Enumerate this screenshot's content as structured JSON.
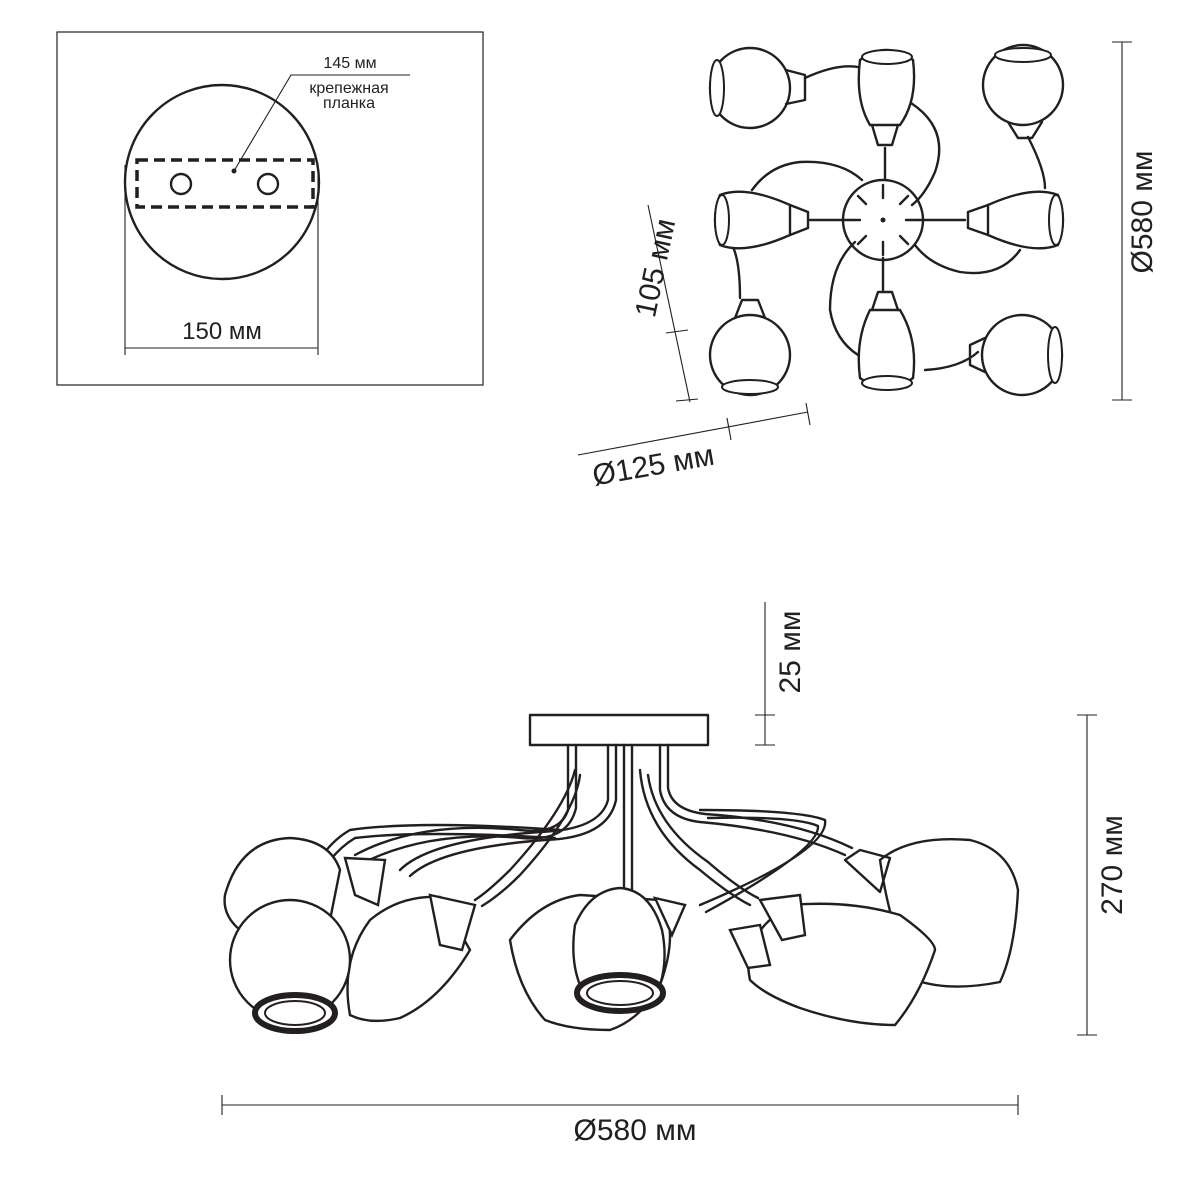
{
  "mounting_plate": {
    "dim_145": "145 мм",
    "label_line1": "крепежная",
    "label_line2": "планка",
    "dim_150": "150 мм"
  },
  "top_view": {
    "dim_105": "105 мм",
    "dim_125": "Ø125 мм",
    "dim_580": "Ø580 мм"
  },
  "side_view": {
    "dim_25": "25 мм",
    "dim_270": "270 мм",
    "dim_580": "Ø580 мм"
  }
}
